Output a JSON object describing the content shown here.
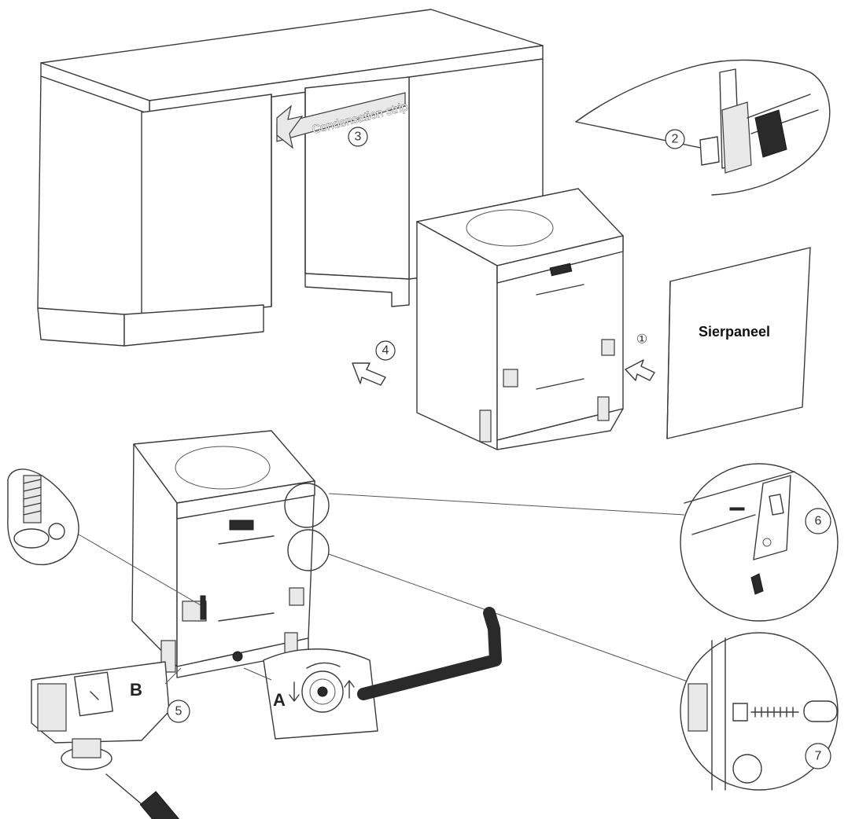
{
  "labels": {
    "decor_panel": "Sierpaneel",
    "condensation_strip": "Condensation strip",
    "letter_a": "A",
    "letter_b": "B"
  },
  "steps": [
    "①",
    "2",
    "3",
    "4",
    "5",
    "6",
    "7"
  ]
}
